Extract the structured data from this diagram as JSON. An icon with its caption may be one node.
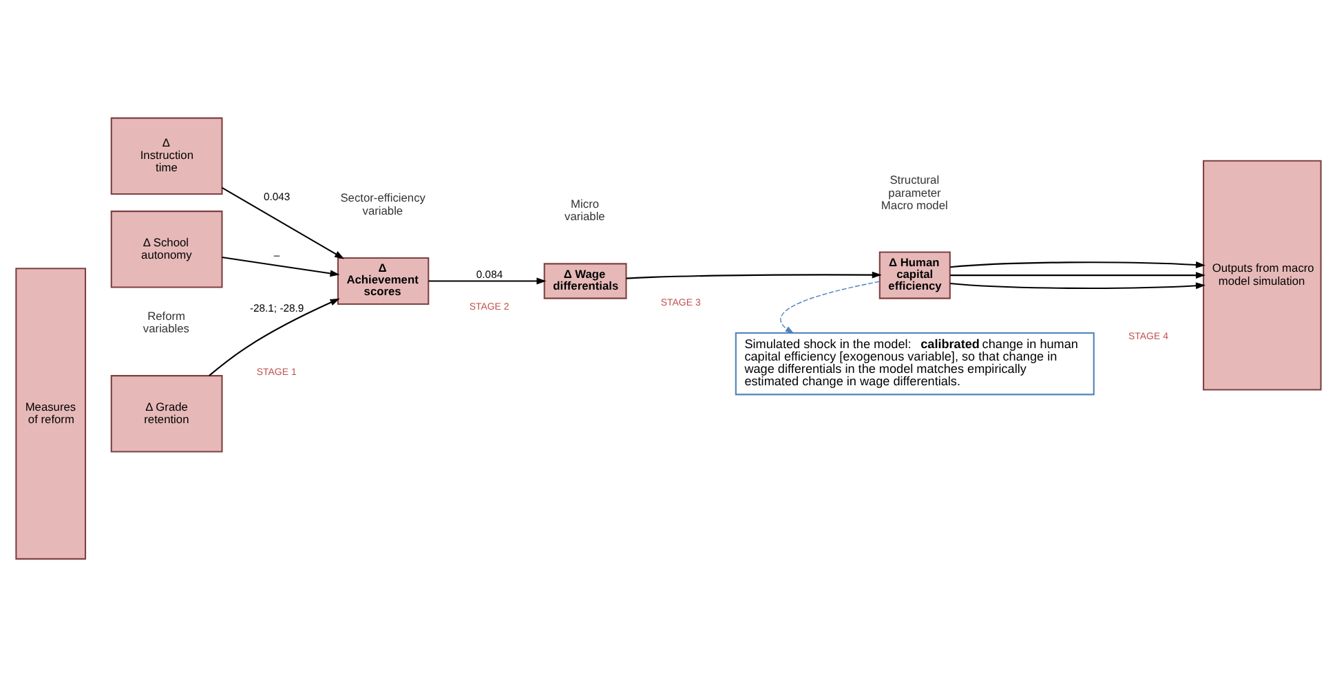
{
  "diagram": {
    "nodes": [
      {
        "text": [
          "Measures of reform"
        ]
      },
      {
        "text": [
          "Δ Grade retention"
        ]
      },
      {
        "text": [
          "Δ Instruction time"
        ]
      },
      {
        "text": [
          "Δ School autonomy"
        ]
      },
      {
        "text": [
          "Δ Achievement scores"
        ]
      },
      {
        "text": [
          "Δ Wage differentials"
        ]
      },
      {
        "text": [
          "Δ Human capital efficiency"
        ]
      },
      {
        "text": [
          "Outputs from macro model simulation"
        ]
      },
      {
        "text": [
          "Simulated shock in the model: **calibrated** change in human capital efficiency [exogenous variable], so that change in wage differentials in the model matches empirically estimated change in wage differentials."
        ]
      }
    ],
    "edges": [
      {
        "from": 1,
        "to": 4,
        "arrow": "to",
        "label": "-28.1; -28.9"
      },
      {
        "from": 2,
        "to": 4,
        "arrow": "to",
        "label": "0.043"
      },
      {
        "from": 3,
        "to": 4,
        "arrow": "to",
        "label": "–"
      },
      {
        "from": 4,
        "to": 5,
        "arrow": "to",
        "label": "0.084"
      },
      {
        "from": 5,
        "to": 6,
        "arrow": "to"
      },
      {
        "from": 6,
        "to": 7,
        "arrow": "to"
      },
      {
        "from": 6,
        "to": 7,
        "arrow": "to"
      },
      {
        "from": 6,
        "to": 7,
        "arrow": "to"
      },
      {
        "from": 6,
        "to": 8,
        "arrow": "to",
        "style": "dashed",
        "color": "#4f81bd"
      }
    ],
    "labels": [
      "Reform variables",
      "STAGE 1",
      "Sector-efficiency variable",
      "STAGE 2",
      "Micro variable",
      "STAGE 3",
      "Structural parameter Macro model",
      "STAGE 4"
    ]
  }
}
